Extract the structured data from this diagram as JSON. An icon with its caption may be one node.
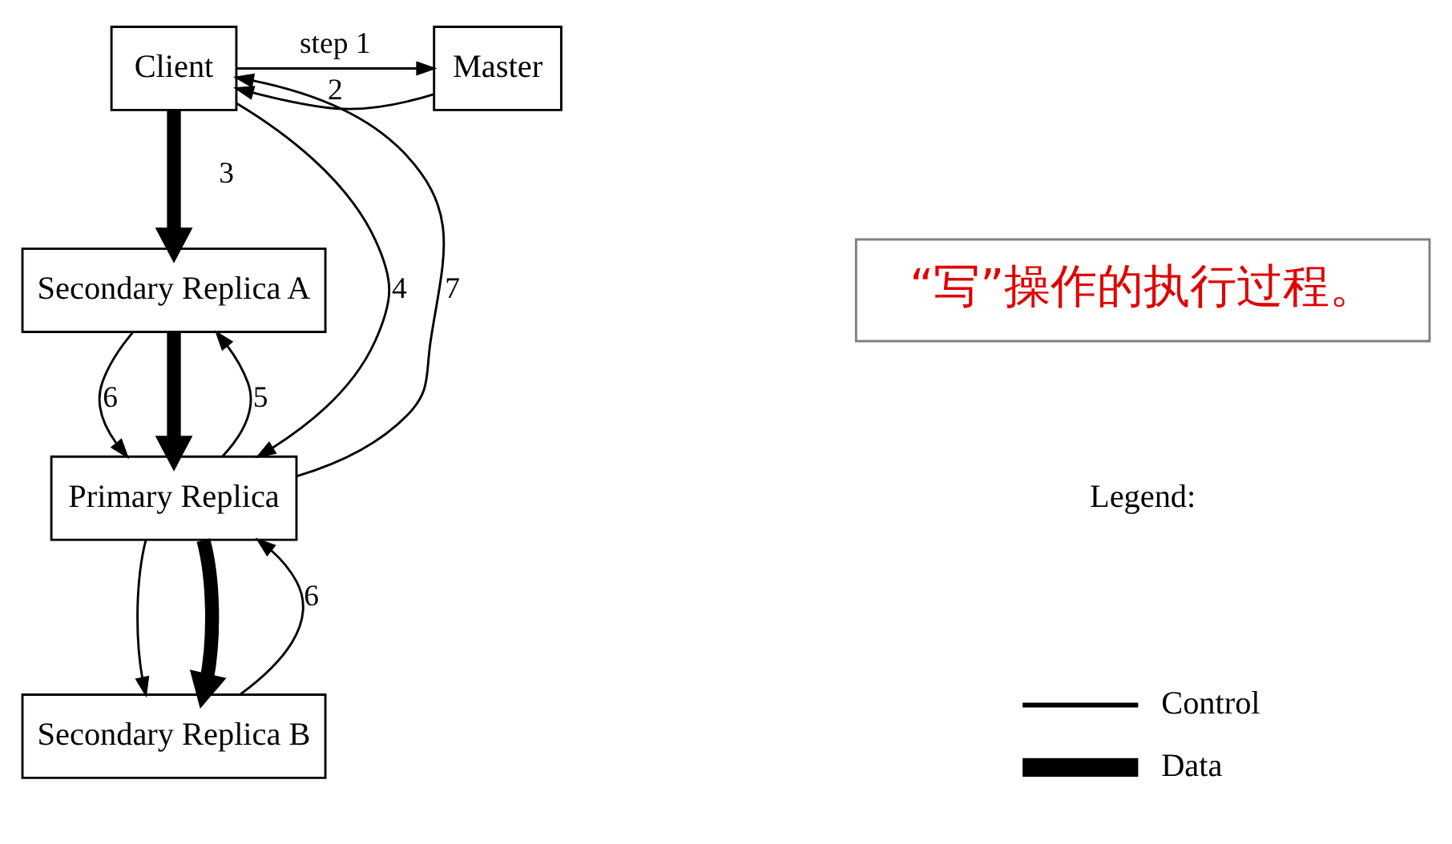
{
  "diagram": {
    "nodes": [
      {
        "text": [
          "Client"
        ]
      },
      {
        "text": [
          "Master"
        ]
      },
      {
        "text": [
          "Secondary Replica A"
        ]
      },
      {
        "text": [
          "Primary Replica"
        ]
      },
      {
        "text": [
          "Secondary Replica B"
        ]
      },
      {
        "text": [
          "“写”操作的执行过程。"
        ]
      }
    ],
    "edges": [
      {
        "from": 0,
        "to": 1,
        "arrow": "to",
        "label": "step 1"
      },
      {
        "from": 1,
        "to": 0,
        "arrow": "to",
        "label": "2"
      },
      {
        "from": 0,
        "to": 2,
        "arrow": "to",
        "label": "3",
        "style": "thick"
      },
      {
        "from": 0,
        "to": 3,
        "arrow": "to",
        "label": "4"
      },
      {
        "from": 3,
        "to": 2,
        "arrow": "to",
        "label": "5"
      },
      {
        "from": 3,
        "to": 4,
        "arrow": "to"
      },
      {
        "from": 2,
        "to": 3,
        "arrow": "to",
        "label": "6"
      },
      {
        "from": 2,
        "to": 3,
        "arrow": "to",
        "style": "thick"
      },
      {
        "from": 3,
        "to": 4,
        "arrow": "to",
        "style": "thick"
      },
      {
        "from": 4,
        "to": 3,
        "arrow": "to",
        "label": "6"
      },
      {
        "from": 3,
        "to": 0,
        "arrow": "to",
        "label": "7"
      }
    ],
    "labels": [
      "Legend:"
    ],
    "legend": [
      {
        "text": "Control"
      },
      {
        "text": "Data"
      }
    ]
  }
}
